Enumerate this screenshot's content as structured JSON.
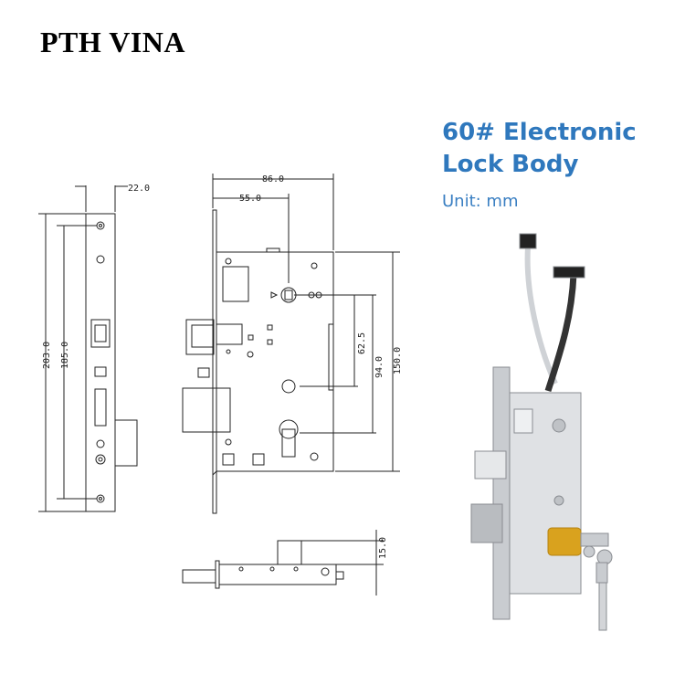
{
  "brand": "PTH VINA",
  "product": {
    "title_line1": "60# Electronic",
    "title_line2": "Lock Body",
    "unit": "Unit: mm"
  },
  "dimensions": {
    "faceplate_thickness": "22.0",
    "faceplate_height": "203.0",
    "screw_spacing": "185.0",
    "body_width": "86.0",
    "backset": "55.0",
    "handle_to_cylinder": "62.5",
    "handle_to_lower": "94.0",
    "body_height": "150.0",
    "latch_projection": "15.0"
  },
  "colors": {
    "brand": "#000000",
    "title": "#2f78bd",
    "drawing": "#222222",
    "brass": "#d9a21e",
    "steel": "#c9ccd0"
  }
}
